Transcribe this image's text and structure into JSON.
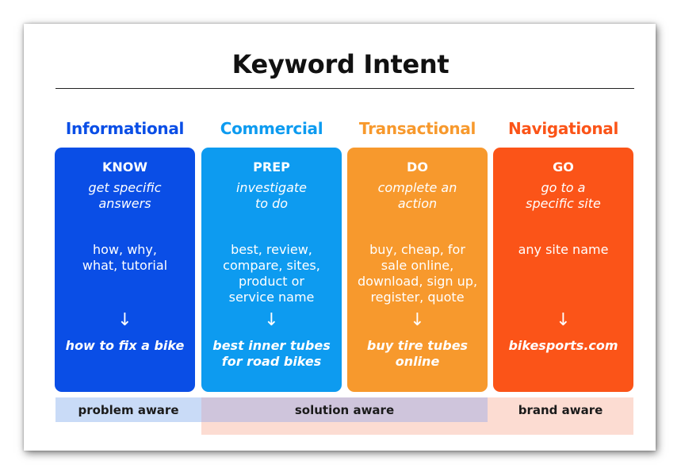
{
  "title": "Keyword Intent",
  "colors": {
    "informational": "#0a4ee6",
    "commercial": "#0d9bf0",
    "transactional": "#f7992d",
    "navigational": "#fb5418",
    "problem_band": "#c9dbf7",
    "solution_band": "#cfc5dc",
    "brand_band": "#fcdcd2"
  },
  "columns": [
    {
      "heading": "Informational",
      "verb": "KNOW",
      "description": [
        "get specific",
        "answers"
      ],
      "examples": [
        "how, why,",
        "what, tutorial"
      ],
      "arrow": "↓",
      "keyword": [
        "how to fix a bike"
      ]
    },
    {
      "heading": "Commercial",
      "verb": "PREP",
      "description": [
        "investigate",
        "to do"
      ],
      "examples": [
        "best, review,",
        "compare, sites,",
        "product or",
        "service name"
      ],
      "arrow": "↓",
      "keyword": [
        "best inner tubes",
        "for road bikes"
      ]
    },
    {
      "heading": "Transactional",
      "verb": "DO",
      "description": [
        "complete an",
        "action"
      ],
      "examples": [
        "buy, cheap, for",
        "sale online,",
        "download, sign up,",
        "register, quote"
      ],
      "arrow": "↓",
      "keyword": [
        "buy tire tubes",
        "online"
      ]
    },
    {
      "heading": "Navigational",
      "verb": "GO",
      "description": [
        "go to a",
        "specific site"
      ],
      "examples": [
        "any site name"
      ],
      "arrow": "↓",
      "keyword": [
        "bikesports.com"
      ]
    }
  ],
  "awareness": {
    "problem": "problem aware",
    "solution": "solution aware",
    "brand": "brand aware"
  }
}
